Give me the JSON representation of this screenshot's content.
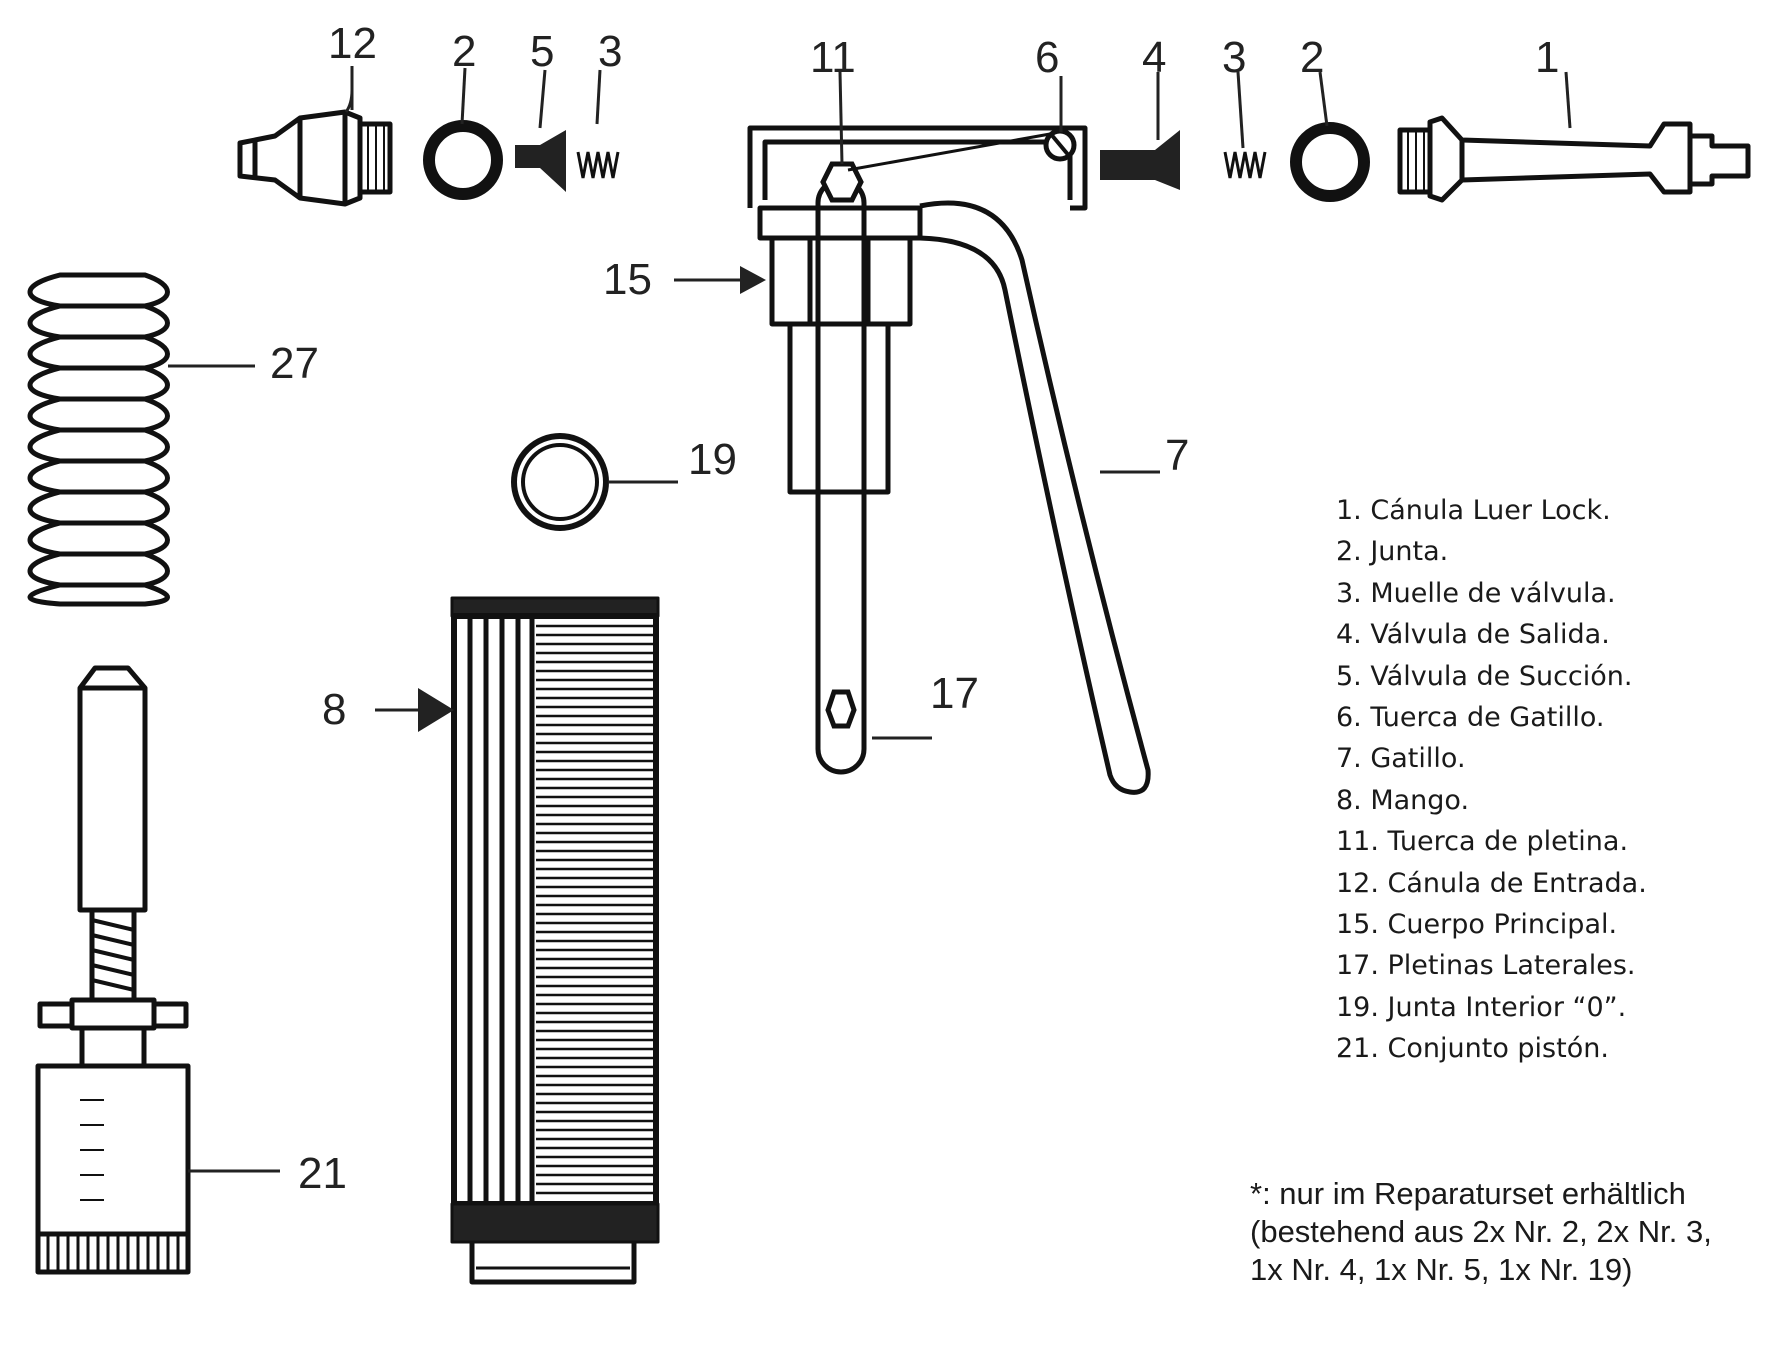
{
  "callouts": {
    "c12": "12",
    "c2a": "2",
    "c5": "5",
    "c3a": "3",
    "c11": "11",
    "c6": "6",
    "c4": "4",
    "c3b": "3",
    "c2b": "2",
    "c1": "1",
    "c15": "15",
    "c27": "27",
    "c19": "19",
    "c7": "7",
    "c8": "8",
    "c17": "17",
    "c21": "21"
  },
  "legend": [
    "1. Cánula Luer Lock.",
    "2. Junta.",
    "3. Muelle de válvula.",
    "4. Válvula de Salida.",
    "5. Válvula de Succión.",
    "6. Tuerca de Gatillo.",
    "7. Gatillo.",
    "8. Mango.",
    "11. Tuerca de pletina.",
    "12. Cánula de Entrada.",
    "15. Cuerpo Principal.",
    "17. Pletinas Laterales.",
    "19. Junta Interior “0”.",
    "21. Conjunto pistón."
  ],
  "note": [
    "*: nur im Reparaturset erhältlich",
    "(bestehend aus 2x Nr. 2, 2x Nr. 3,",
    "1x Nr. 4, 1x Nr. 5, 1x Nr. 19)"
  ]
}
